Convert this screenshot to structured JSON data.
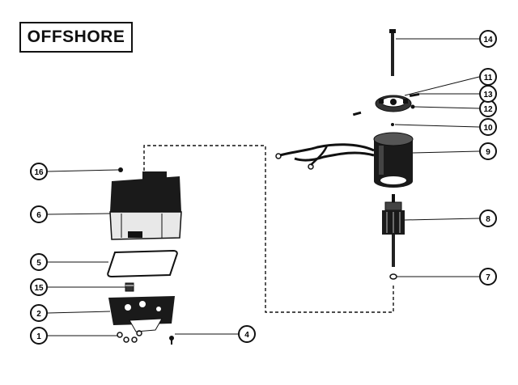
{
  "header": {
    "title": "OFFSHORE"
  },
  "callouts": [
    {
      "id": "c1",
      "number": "1"
    },
    {
      "id": "c2",
      "number": "2"
    },
    {
      "id": "c4",
      "number": "4"
    },
    {
      "id": "c5",
      "number": "5"
    },
    {
      "id": "c6",
      "number": "6"
    },
    {
      "id": "c7",
      "number": "7"
    },
    {
      "id": "c8",
      "number": "8"
    },
    {
      "id": "c9",
      "number": "9"
    },
    {
      "id": "c10",
      "number": "10"
    },
    {
      "id": "c11",
      "number": "11"
    },
    {
      "id": "c12",
      "number": "12"
    },
    {
      "id": "c13",
      "number": "13"
    },
    {
      "id": "c14",
      "number": "14"
    },
    {
      "id": "c15",
      "number": "15"
    },
    {
      "id": "c16",
      "number": "16"
    }
  ]
}
